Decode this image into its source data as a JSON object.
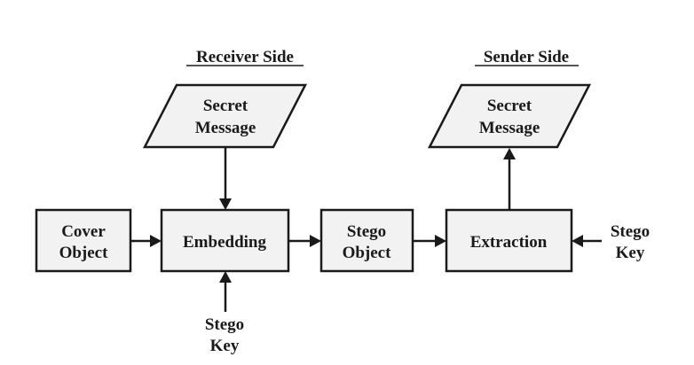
{
  "headings": {
    "receiver_side": "Receiver Side",
    "sender_side": "Sender Side"
  },
  "receiver": {
    "secret_message": [
      "Secret",
      "Message"
    ],
    "stego_key": [
      "Stego",
      "Key"
    ]
  },
  "sender": {
    "secret_message": [
      "Secret",
      "Message"
    ],
    "stego_key": [
      "Stego",
      "Key"
    ]
  },
  "boxes": {
    "cover_object": [
      "Cover",
      "Object"
    ],
    "embedding": "Embedding",
    "stego_object": [
      "Stego",
      "Object"
    ],
    "extraction": "Extraction"
  }
}
